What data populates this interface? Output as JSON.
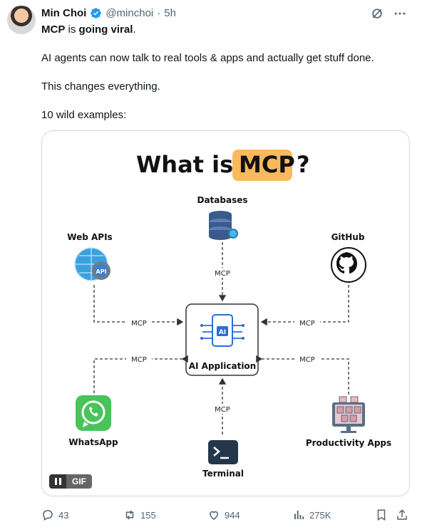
{
  "author": {
    "name": "Min Choi",
    "handle": "@minchoi",
    "separator": "·",
    "time": "5h"
  },
  "tweet": {
    "line1_bold_a": "MCP",
    "line1_mid": " is ",
    "line1_bold_b": "going viral",
    "line1_end": ".",
    "line2": "AI agents can now talk to real tools & apps and actually get stuff done.",
    "line3": "This changes everything.",
    "line4": "10 wild examples:"
  },
  "diagram": {
    "title_prefix": "What is ",
    "title_highlight": "MCP",
    "title_suffix": "?",
    "center": "AI Application",
    "center_chip": "AI",
    "databases": "Databases",
    "web_apis": "Web APIs",
    "api_badge": "API",
    "github": "GitHub",
    "whatsapp": "WhatsApp",
    "productivity": "Productivity Apps",
    "terminal": "Terminal",
    "edge_label": "MCP",
    "highlight_color": "#f9b95c"
  },
  "gif": {
    "label": "GIF"
  },
  "actions": {
    "replies": "43",
    "reposts": "155",
    "likes": "944",
    "views": "275K"
  },
  "colors": {
    "verified": "#1d9bf0",
    "muted": "#536471"
  }
}
